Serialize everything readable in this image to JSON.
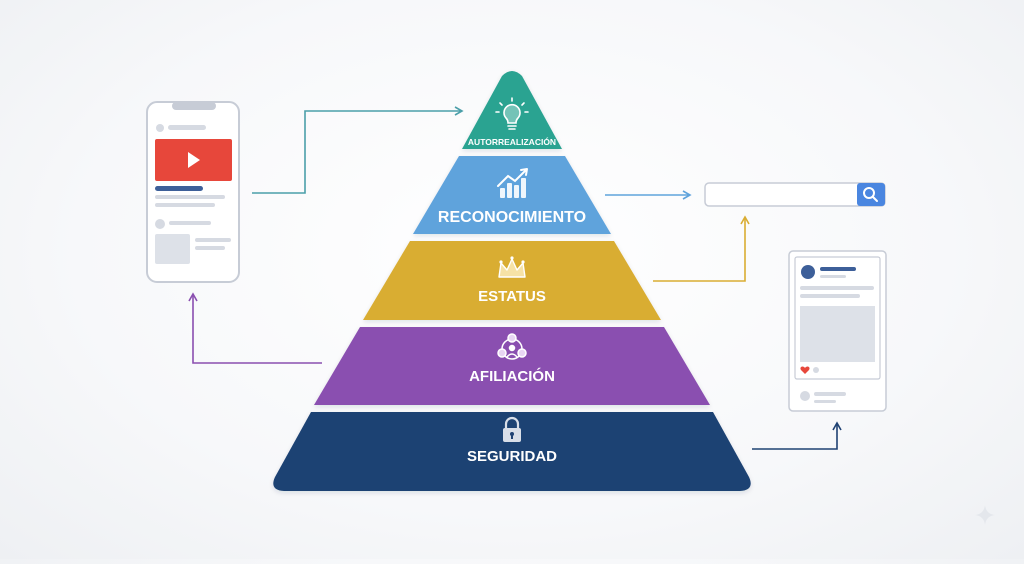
{
  "pyramid": {
    "levels": [
      {
        "label": "AUTORREALIZACIÓN",
        "color": "#2aa391",
        "icon": "lightbulb-icon"
      },
      {
        "label": "RECONOCIMIENTO",
        "color": "#5fa3dc",
        "icon": "growth-chart-icon"
      },
      {
        "label": "ESTATUS",
        "color": "#d9ad33",
        "icon": "crown-icon"
      },
      {
        "label": "AFILIACIÓN",
        "color": "#8a4fb0",
        "icon": "people-network-icon"
      },
      {
        "label": "SEGURIDAD",
        "color": "#1f4273",
        "icon": "lock-icon"
      }
    ]
  },
  "colors": {
    "arrow_teal": "#4b9fa9",
    "arrow_blue": "#5fa3dc",
    "arrow_gold": "#d9ad33",
    "arrow_purple": "#8a4fb0",
    "arrow_navy": "#1f4273",
    "video_red": "#e7473b",
    "search_button": "#4a86e0"
  },
  "devices": {
    "phone": {
      "icon": "play-icon"
    },
    "search_bar": {
      "icon": "search-icon"
    },
    "social_post": {
      "icons": [
        "heart-icon",
        "comment-icon"
      ]
    }
  }
}
